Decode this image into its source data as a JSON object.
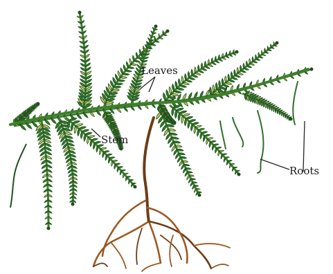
{
  "labels": {
    "leaves": "Leaves",
    "stem": "Stem",
    "roots": "Roots"
  },
  "colors": {
    "leaf_fill": "#2f7a2a",
    "leaf_dark": "#1f4f1c",
    "leaf_highlight": "#c9c45a",
    "stem": "#3f7e2c",
    "root": "#9a5a22",
    "root_dark": "#6b3d17",
    "pointer": "#222222"
  }
}
